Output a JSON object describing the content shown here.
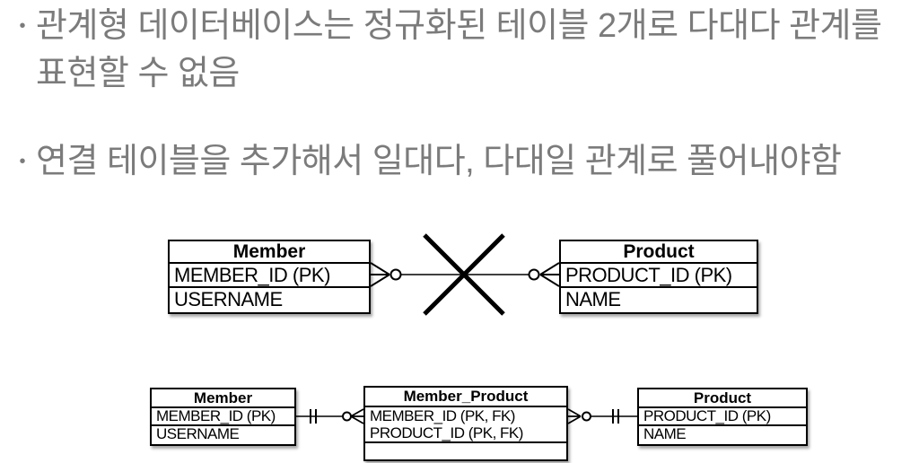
{
  "colors": {
    "background": "#ffffff",
    "text_gray": "#7b7b7b",
    "stroke": "#000000"
  },
  "bullets": [
    {
      "marker": "•",
      "lines": [
        "관계형 데이터베이스는 정규화된 테이블 2개로 다대다 관계를",
        "표현할 수 없음"
      ]
    },
    {
      "marker": "•",
      "lines": [
        "연결 테이블을 추가해서 일대다, 다대일 관계로 풀어내야함"
      ]
    }
  ],
  "diagram_top": {
    "tables": [
      {
        "title": "Member",
        "rows": [
          "MEMBER_ID (PK)",
          "USERNAME"
        ]
      },
      {
        "title": "Product",
        "rows": [
          "PRODUCT_ID (PK)",
          "NAME"
        ]
      }
    ],
    "relationship": {
      "left_cardinality": "zero-or-many",
      "right_cardinality": "zero-or-many",
      "crossed_out": true
    }
  },
  "diagram_bottom": {
    "tables": [
      {
        "title": "Member",
        "rows": [
          "MEMBER_ID (PK)",
          "USERNAME"
        ]
      },
      {
        "title": "Member_Product",
        "rows": [
          "MEMBER_ID (PK, FK)",
          "PRODUCT_ID (PK, FK)"
        ]
      },
      {
        "title": "Product",
        "rows": [
          "PRODUCT_ID (PK)",
          "NAME"
        ]
      }
    ],
    "relationships": [
      {
        "left_cardinality": "one",
        "right_cardinality": "zero-or-many"
      },
      {
        "left_cardinality": "zero-or-many",
        "right_cardinality": "one"
      }
    ]
  }
}
